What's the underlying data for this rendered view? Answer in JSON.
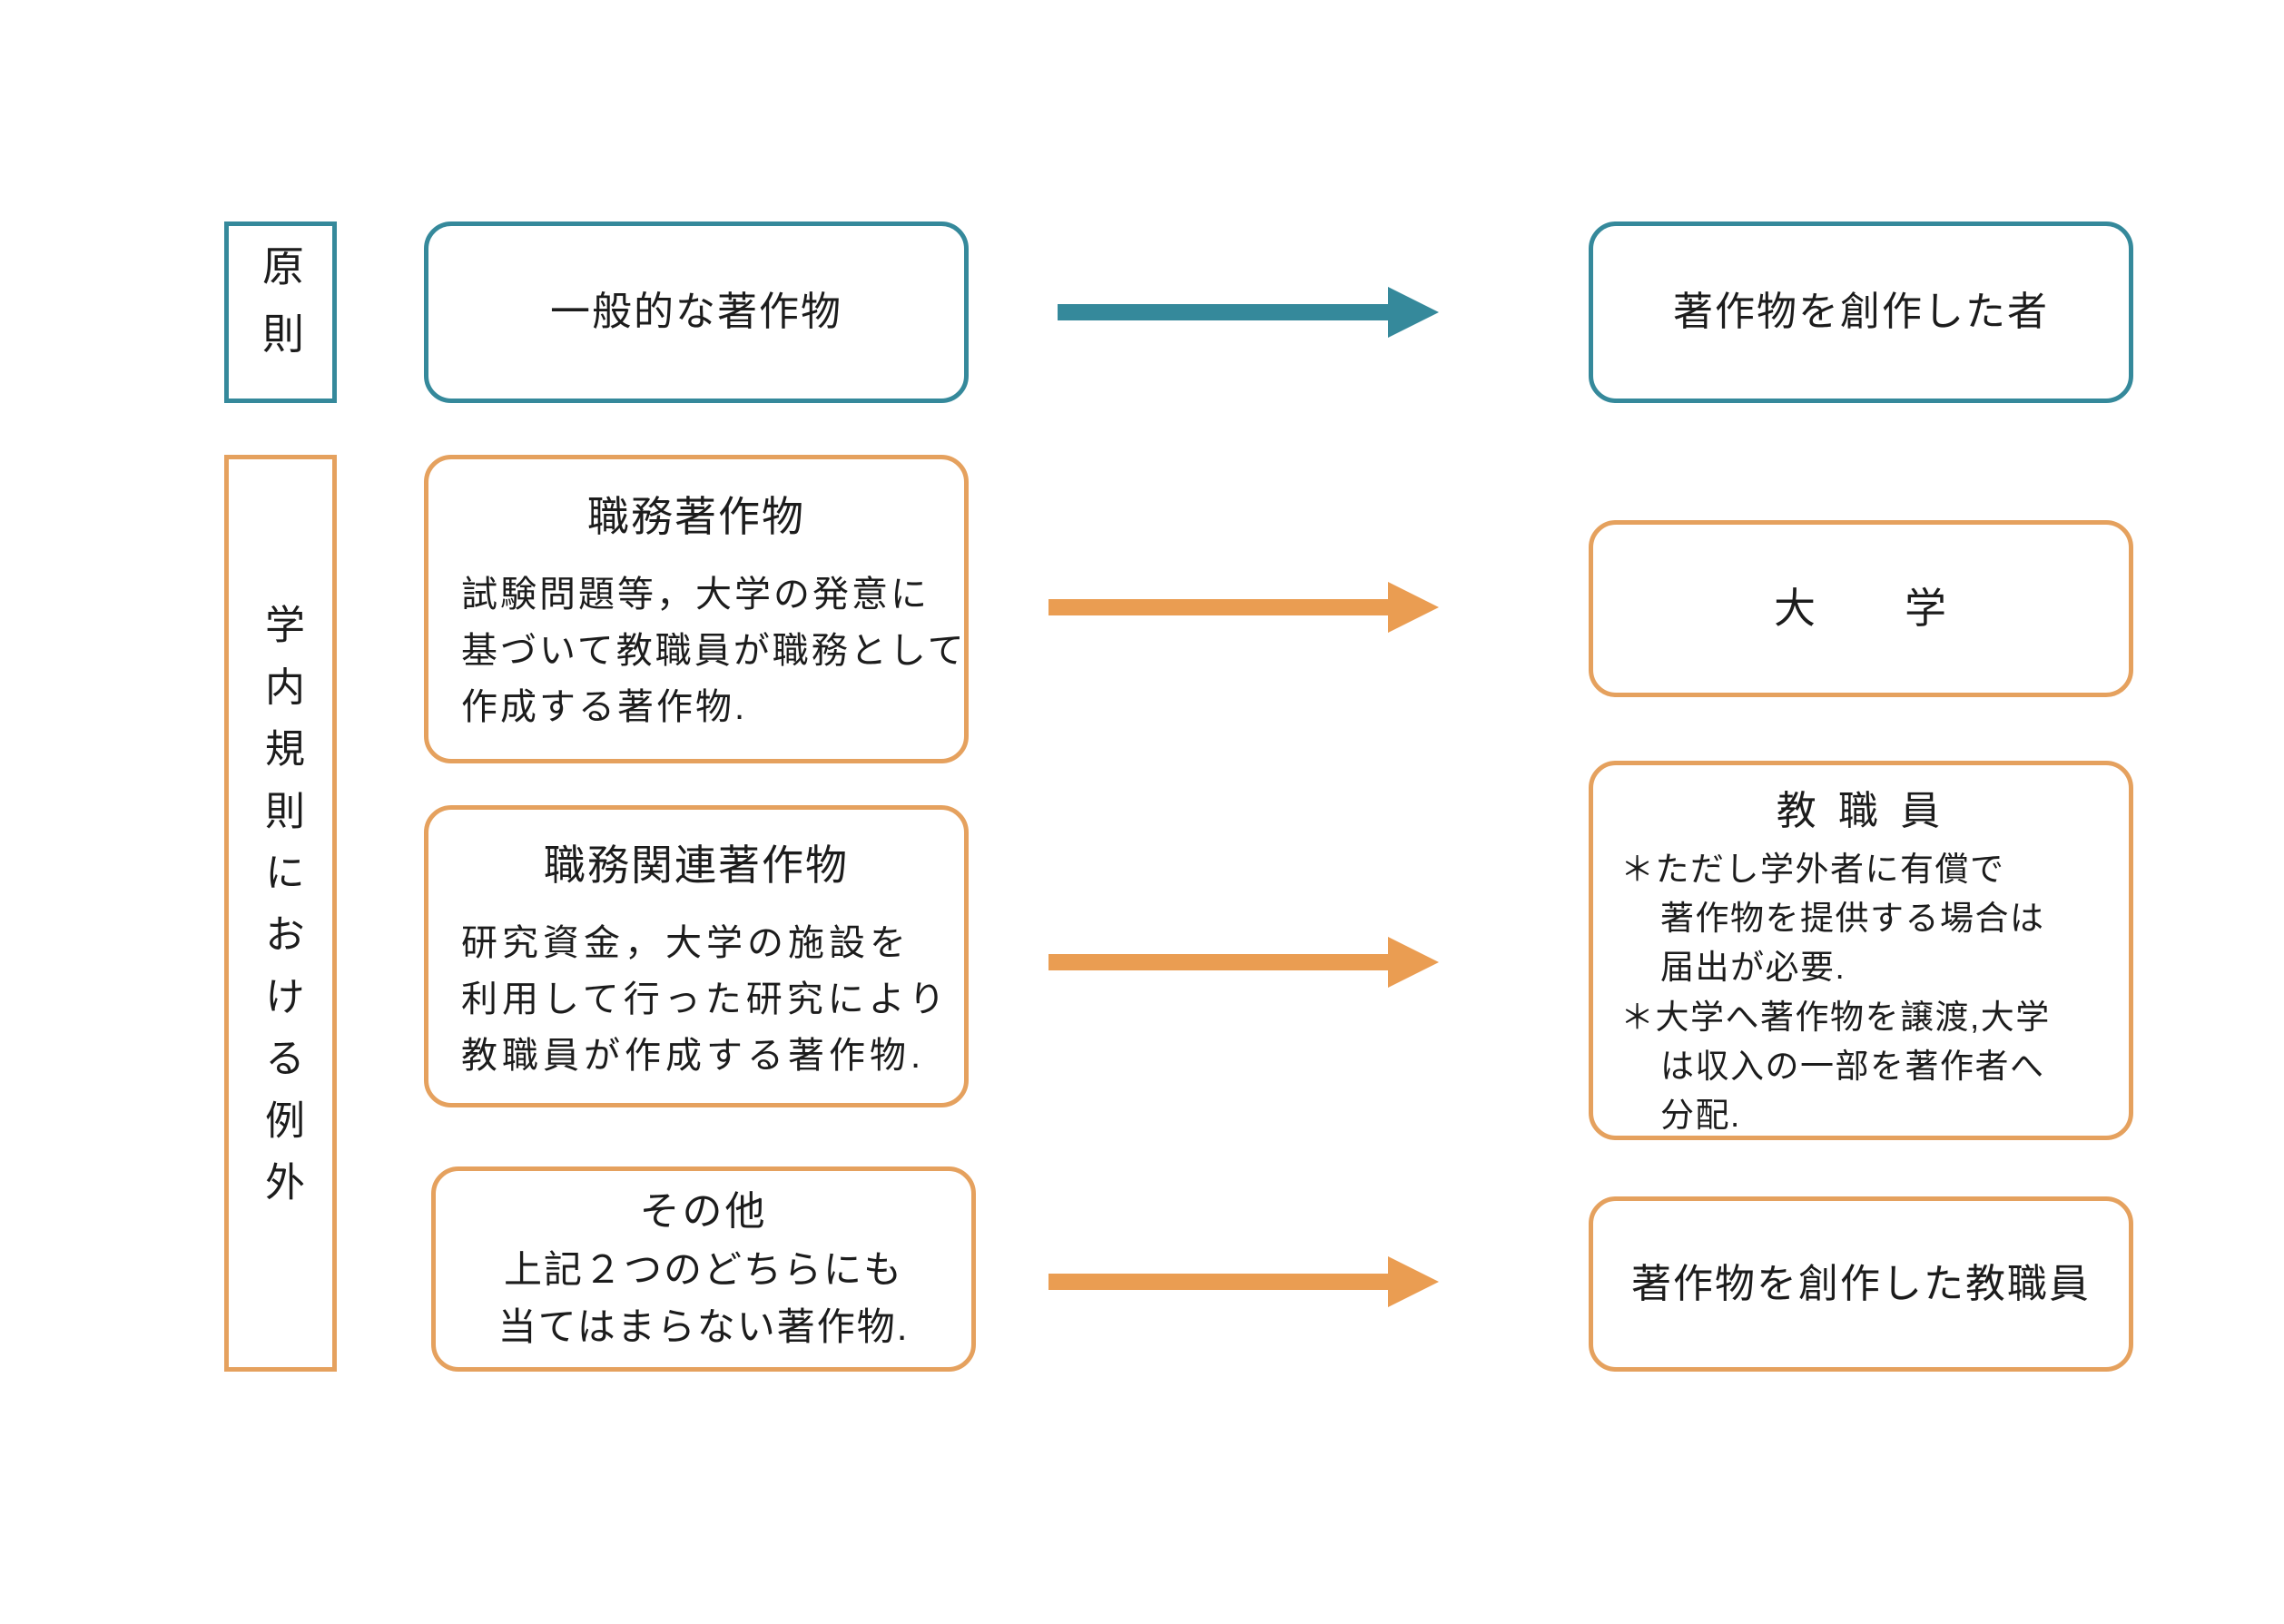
{
  "colors": {
    "teal": "#35899B",
    "orange": "#E5A15E",
    "arrow_orange": "#EA9D52",
    "text": "#1C1C1C"
  },
  "principle": {
    "label": "原則",
    "source": "一般的な著作物",
    "target": "著作物を創作した者"
  },
  "exceptions": {
    "label": "学内規則における例外",
    "rows": [
      {
        "title": "職務著作物",
        "body_lines": [
          "試験問題等，大学の発意に",
          "基づいて教職員が職務として",
          "作成する著作物."
        ],
        "target": "大　　学"
      },
      {
        "title": "職務関連著作物",
        "body_lines": [
          "研究資金，大学の施設を",
          "利用して行った研究により",
          "教職員が作成する著作物."
        ],
        "target_title": "教 職 員",
        "target_note_lines": [
          "＊ただし学外者に有償で",
          "著作物を提供する場合は",
          "届出が必要.",
          "＊大学へ著作物を譲渡,大学",
          "は収入の一部を著作者へ",
          "分配."
        ]
      },
      {
        "title": "その他",
        "body_lines": [
          "上記２つのどちらにも",
          "当てはまらない著作物."
        ],
        "target": "著作物を創作した教職員"
      }
    ]
  }
}
